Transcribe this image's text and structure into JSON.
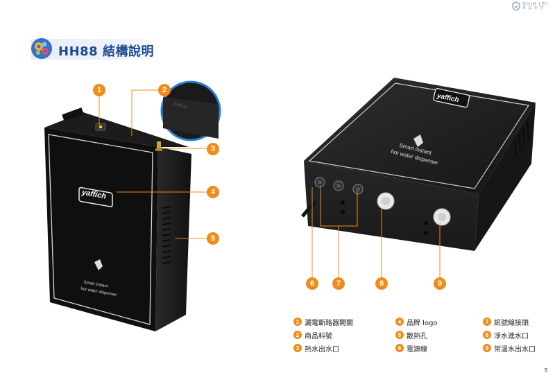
{
  "logo": {
    "name": "SHIH LEI",
    "sub": "世 磊 科 技"
  },
  "title": "HH88 結構說明",
  "product_text": {
    "line1": "Smart instant",
    "line2": "hot water dispenser",
    "brand": "yaffich"
  },
  "callouts": [
    "1",
    "2",
    "3",
    "4",
    "5",
    "6",
    "7",
    "8",
    "9"
  ],
  "legend": [
    {
      "num": "1",
      "label": "漏電斷路器開關"
    },
    {
      "num": "2",
      "label": "商品料號"
    },
    {
      "num": "3",
      "label": "熱水出水口"
    },
    {
      "num": "4",
      "label": "品牌 logo"
    },
    {
      "num": "5",
      "label": "散熱孔"
    },
    {
      "num": "6",
      "label": "電源線"
    },
    {
      "num": "7",
      "label": "訊號線接頭"
    },
    {
      "num": "8",
      "label": "淨水進水口"
    },
    {
      "num": "9",
      "label": "常溫水出水口"
    }
  ],
  "page_number": "5",
  "accent_color": "#f08c1a",
  "title_color": "#1d4b8f"
}
